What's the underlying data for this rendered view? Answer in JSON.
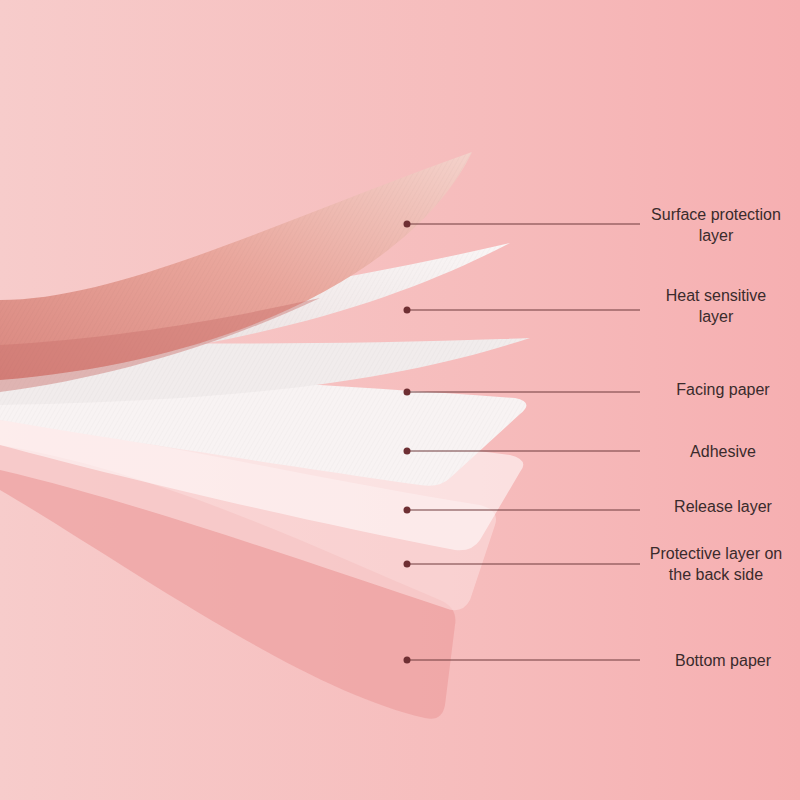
{
  "diagram": {
    "labels": [
      "Surface protection layer",
      "Heat sensitive layer",
      "Facing paper",
      "Adhesive",
      "Release layer",
      "Protective layer on the back side",
      "Bottom paper"
    ]
  }
}
